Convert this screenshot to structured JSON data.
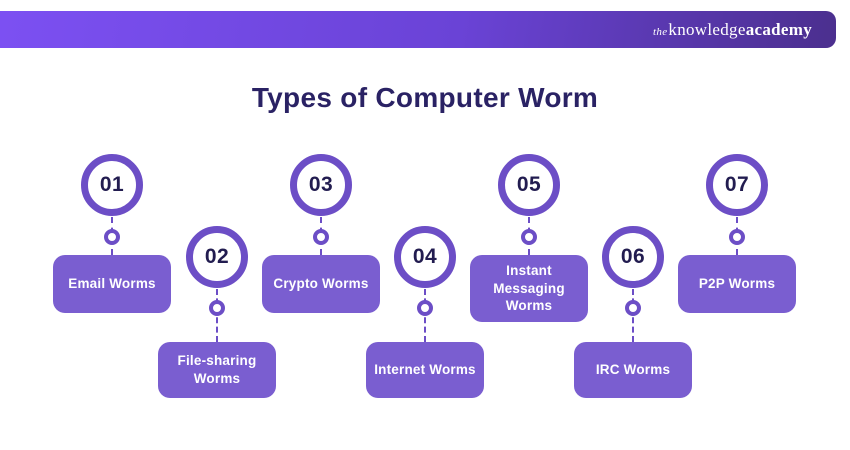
{
  "brand": {
    "logo_the": "the",
    "logo_knowledge": "knowledge",
    "logo_academy": "academy"
  },
  "title": "Types of Computer Worm",
  "colors": {
    "header_gradient_start": "#7C50F2",
    "header_gradient_end": "#4B2F8E",
    "box_purple": "#7A5ED0",
    "ring_purple": "#6C4EC6",
    "title_navy": "#2A2264",
    "number_navy": "#221C50",
    "box_text": "#FFFFFF"
  },
  "items": [
    {
      "number": "01",
      "label": "Email Worms"
    },
    {
      "number": "02",
      "label": "File-sharing Worms"
    },
    {
      "number": "03",
      "label": "Crypto Worms"
    },
    {
      "number": "04",
      "label": "Internet Worms"
    },
    {
      "number": "05",
      "label": "Instant Messaging Worms"
    },
    {
      "number": "06",
      "label": "IRC Worms"
    },
    {
      "number": "07",
      "label": "P2P Worms"
    }
  ]
}
